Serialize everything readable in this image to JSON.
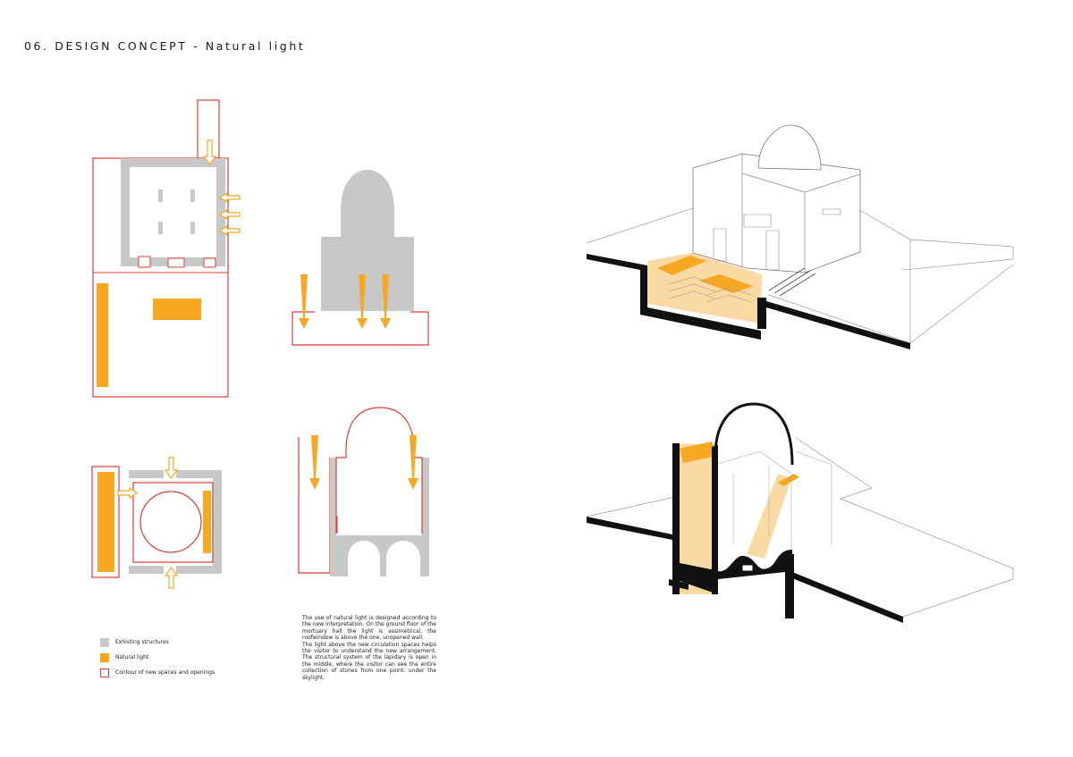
{
  "page": {
    "title": "06. DESIGN CONCEPT - Natural light"
  },
  "legend": {
    "items": [
      {
        "label": "Exhisting structures",
        "style": "fill",
        "color": "#c8c8c8"
      },
      {
        "label": "Natural light",
        "style": "fill",
        "color": "#f7a823"
      },
      {
        "label": "Contour of new spaces and openings",
        "style": "outline",
        "color": "#e0393a"
      }
    ]
  },
  "description": {
    "paragraphs": [
      "The use of natural light is designed according to the new interpretation. On the ground floor of the mortuary hall the light is assimetrical, the roofwindow is above the one, unopened wall.",
      "The light above the new circulation spaces helps the visitor to understand the new arrangement. The structural system of the lapidary is open in the middle, where the visitor can see the entire collection of stones from one point: under the skylight."
    ]
  },
  "colors": {
    "existing": "#c8c8c8",
    "light": "#f7a823",
    "light_pale": "#fbd9a2",
    "contour": "#e0393a",
    "ink": "#111111"
  }
}
